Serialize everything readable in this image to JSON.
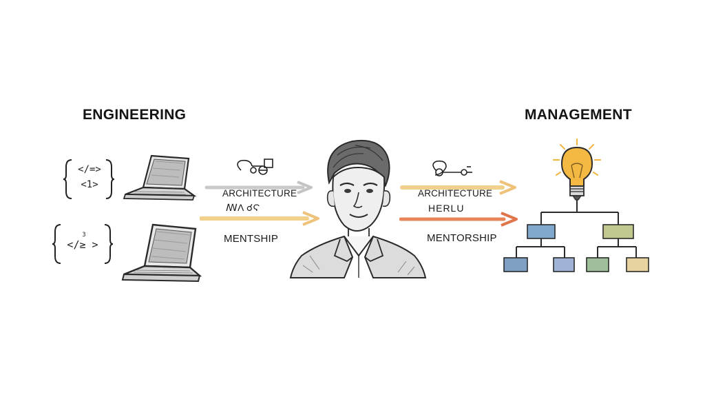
{
  "headings": {
    "left": "ENGINEERING",
    "right": "MANAGEMENT"
  },
  "code_snippets": {
    "top_line1": "</=>",
    "top_line2": "<1>",
    "bottom_line1": "</≥ >",
    "bottom_mark": "3"
  },
  "left_arrows": {
    "architecture": "ARCHITECTURE",
    "scribble": "ꟿΛ ☌Ϛ",
    "mentorship": "MENTSHIP"
  },
  "right_arrows": {
    "architecture": "ARCHITECTURE",
    "scribble": "HERLU",
    "mentorship": "MENTORSHIP"
  },
  "colors": {
    "arrow_gray": "#c9c9c9",
    "arrow_yellow": "#f0d08a",
    "arrow_orange": "#e8845a",
    "bulb": "#f4b942",
    "node_blue": "#7fa8cc",
    "node_olive": "#c2c890",
    "node_green": "#9fbf9a",
    "node_tan": "#e7d3a0"
  },
  "icons": [
    "laptop-icon",
    "person-sketch",
    "lightbulb-icon",
    "org-chart",
    "gear-diagram-icon"
  ]
}
